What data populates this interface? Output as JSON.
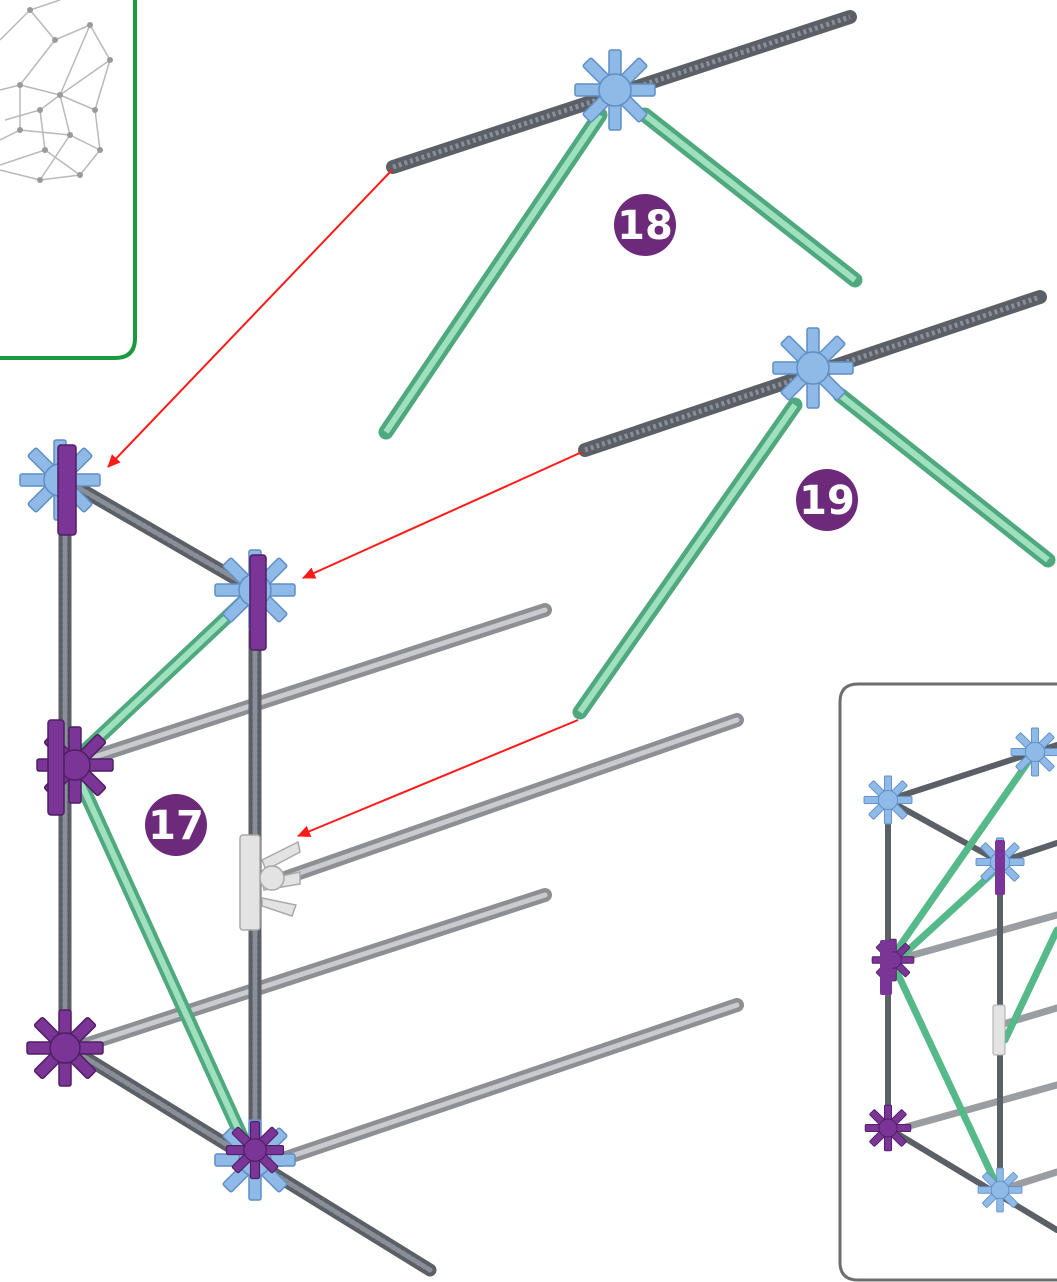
{
  "colors": {
    "background": "#ffffff",
    "inset_border_green": "#1a9a3c",
    "inset_border_gray": "#6e6e6e",
    "step_badge": "#6d2a7a",
    "step_badge_text": "#ffffff",
    "assembly_arrow": "#ff1a1a",
    "rod_gray": "#8c8f94",
    "rod_dark_textured": "#5b5f66",
    "rod_green": "#7fd1a9",
    "connector_blue": "#8fb9e6",
    "connector_purple": "#7a3596",
    "connector_white": "#e3e3e3"
  },
  "steps": [
    {
      "number": "17"
    },
    {
      "number": "18"
    },
    {
      "number": "19"
    }
  ],
  "panels": {
    "top_left_inset": {
      "content": "wireframe-dome-preview-icon"
    },
    "bottom_right_inset": {
      "content": "completed-frame-preview-icon"
    }
  }
}
